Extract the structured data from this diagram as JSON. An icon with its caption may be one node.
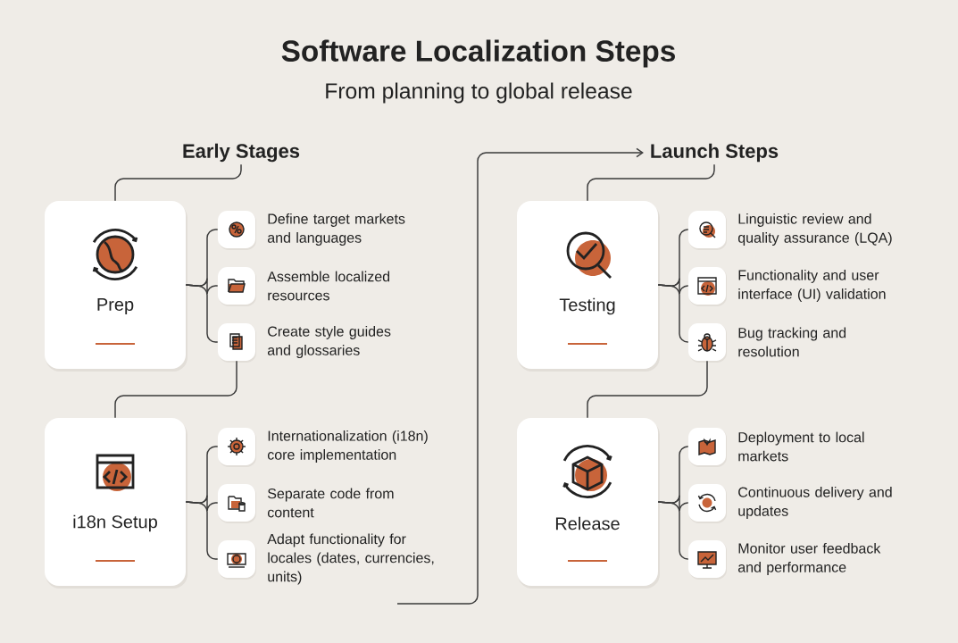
{
  "diagram": {
    "title": "Software Localization Steps",
    "nodes": [
      {
        "text": [
          "Early Stages"
        ]
      },
      {
        "text": [
          "Prep"
        ]
      },
      {
        "text": [],
        "shape": "box",
        "beside": [
          "Define target markets and languages"
        ]
      },
      {
        "text": [],
        "shape": "box",
        "beside": [
          "Assemble localized resources"
        ]
      },
      {
        "text": [],
        "shape": "box",
        "beside": [
          "Create style guides and glossaries"
        ]
      },
      {
        "text": [
          "i18n Setup"
        ]
      },
      {
        "text": [],
        "shape": "box",
        "beside": [
          "Internationalization (i18n) core implementation"
        ]
      },
      {
        "text": [],
        "shape": "box",
        "beside": [
          "Separate code from content"
        ]
      },
      {
        "text": [],
        "shape": "box",
        "beside": [
          "Adapt functionality for locales (dates, currencies, units)"
        ]
      },
      {
        "text": [
          "Launch Steps"
        ]
      },
      {
        "text": [
          "Testing"
        ]
      },
      {
        "text": [],
        "shape": "box",
        "beside": [
          "Linguistic review and quality assurance (LQA)"
        ]
      },
      {
        "text": [],
        "shape": "box",
        "beside": [
          "Functionality and user interface (UI) validation"
        ]
      },
      {
        "text": [],
        "shape": "box",
        "beside": [
          "Bug tracking and resolution"
        ]
      },
      {
        "text": [
          "Release"
        ]
      },
      {
        "text": [],
        "shape": "box",
        "beside": [
          "Deployment to local markets"
        ]
      },
      {
        "text": [],
        "shape": "box",
        "beside": [
          "Continuous delivery and updates"
        ]
      },
      {
        "text": [],
        "shape": "box",
        "beside": [
          "Monitor user feedback and performance"
        ]
      }
    ],
    "edges": [
      {
        "from": 0,
        "to": 1,
        "arrow": "none"
      },
      {
        "from": 1,
        "to": 2,
        "arrow": "none"
      },
      {
        "from": 1,
        "to": 3,
        "arrow": "none"
      },
      {
        "from": 1,
        "to": 4,
        "arrow": "none"
      },
      {
        "from": 4,
        "to": 5,
        "arrow": "none"
      },
      {
        "from": 5,
        "to": 6,
        "arrow": "none"
      },
      {
        "from": 5,
        "to": 7,
        "arrow": "none"
      },
      {
        "from": 5,
        "to": 8,
        "arrow": "none"
      },
      {
        "from": null,
        "to": 9,
        "arrow": "to"
      },
      {
        "from": 9,
        "to": 10,
        "arrow": "none"
      },
      {
        "from": 10,
        "to": 11,
        "arrow": "none"
      },
      {
        "from": 10,
        "to": 12,
        "arrow": "none"
      },
      {
        "from": 10,
        "to": 13,
        "arrow": "none"
      },
      {
        "from": 13,
        "to": 14,
        "arrow": "none"
      },
      {
        "from": 14,
        "to": 15,
        "arrow": "none"
      },
      {
        "from": 14,
        "to": 16,
        "arrow": "none"
      },
      {
        "from": 14,
        "to": 17,
        "arrow": "none"
      }
    ],
    "labels": [
      "From planning to global release"
    ]
  }
}
